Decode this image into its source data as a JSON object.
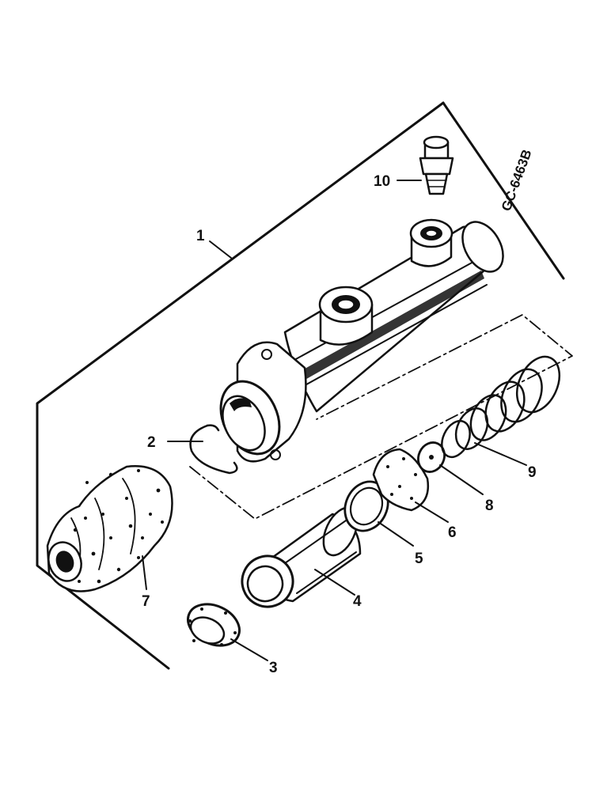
{
  "figure": {
    "code": "GC-6463B",
    "callouts": {
      "c1": "1",
      "c2": "2",
      "c3": "3",
      "c4": "4",
      "c5": "5",
      "c6": "6",
      "c7": "7",
      "c8": "8",
      "c9": "9",
      "c10": "10"
    }
  },
  "colors": {
    "ink": "#111111",
    "paper": "#ffffff"
  }
}
